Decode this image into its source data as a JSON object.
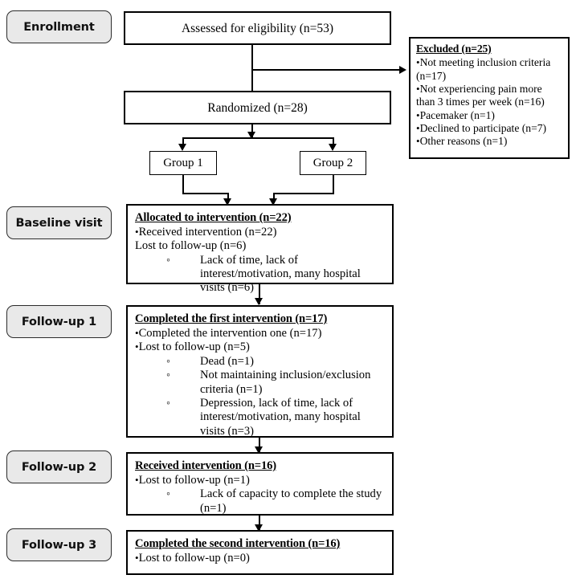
{
  "diagram": {
    "type": "consort-flow-diagram",
    "background": "#ffffff",
    "pill_fill": "#e9e9e9",
    "line_color": "#000000"
  },
  "stages": [
    {
      "id": "enrollment",
      "label": "Enrollment"
    },
    {
      "id": "baseline",
      "label": "Baseline visit"
    },
    {
      "id": "followup1",
      "label": "Follow-up 1"
    },
    {
      "id": "followup2",
      "label": "Follow-up 2"
    },
    {
      "id": "followup3",
      "label": "Follow-up 3"
    }
  ],
  "nodes": {
    "assessed": {
      "text": "Assessed for eligibility (n=53)"
    },
    "excluded": {
      "header": "Excluded (n=25)",
      "items": [
        "Not meeting inclusion criteria (n=17)",
        "Not experiencing pain more than 3 times per week (n=16)",
        "Pacemaker (n=1)",
        "Declined to participate (n=7)",
        "Other reasons (n=1)"
      ]
    },
    "randomized": {
      "text": "Randomized (n=28)"
    },
    "group1": {
      "label": "Group 1"
    },
    "group2": {
      "label": "Group 2"
    },
    "baseline": {
      "header": "Allocated to intervention (n=22)",
      "bullet_items": [
        "Received intervention (n=22)"
      ],
      "plain_items": [
        "Lost to follow-up (n=6)"
      ],
      "sub_items": [
        "Lack of time, lack of interest/motivation, many hospital visits (n=6)"
      ]
    },
    "followup1": {
      "header": "Completed the first intervention (n=17)",
      "bullet_items": [
        "Completed the intervention one (n=17)",
        "Lost to follow-up (n=5)"
      ],
      "sub_items": [
        "Dead (n=1)",
        "Not maintaining inclusion/exclusion criteria (n=1)",
        "Depression, lack of time, lack of interest/motivation, many hospital visits (n=3)"
      ]
    },
    "followup2": {
      "header": "Received intervention (n=16)",
      "bullet_items": [
        "Lost to follow-up (n=1)"
      ],
      "sub_items": [
        "Lack of capacity to complete the study (n=1)"
      ]
    },
    "followup3": {
      "header": "Completed the second intervention (n=16)",
      "bullet_items": [
        "Lost to follow-up (n=0)"
      ]
    }
  }
}
